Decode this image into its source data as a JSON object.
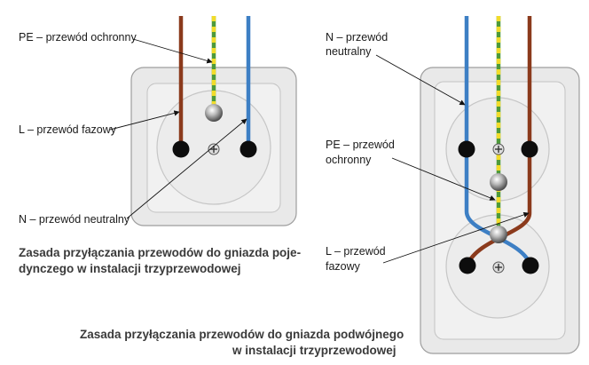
{
  "single_socket": {
    "label_pe": "PE – przewód ochronny",
    "label_l": "L – przewód fazowy",
    "label_n": "N – przewód neutralny",
    "caption_line1": "Zasada przyłączania przewodów do gniazda poje-",
    "caption_line2": "dynczego w instalacji trzyprzewodowej"
  },
  "double_socket": {
    "label_n_line1": "N – przewód",
    "label_n_line2": "neutralny",
    "label_pe_line1": "PE – przewód",
    "label_pe_line2": "ochronny",
    "label_l_line1": "L – przewód",
    "label_l_line2": "fazowy",
    "caption_line1": "Zasada przyłączania przewodów do gniazda podwójnego",
    "caption_line2": "w instalacji trzyprzewodowej"
  },
  "colors": {
    "phase": "#8b3a1c",
    "neutral": "#3d7fc4",
    "pe_green": "#4e9a3a",
    "pe_yellow": "#f2dc2a",
    "plate": "#e9e9e9",
    "inner": "#f1f1f1",
    "socket_face": "#ececec"
  },
  "icons": {
    "terminal": "black-dot",
    "earth_pin": "metal-ball",
    "screw": "cross-screw-icon"
  }
}
